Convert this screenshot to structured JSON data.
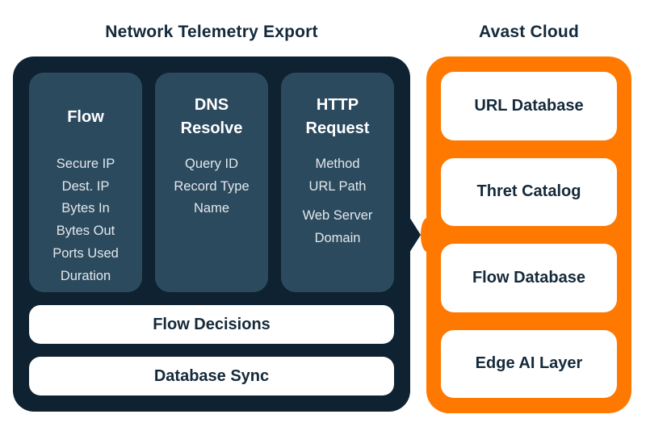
{
  "titles": {
    "left": "Network Telemetry Export",
    "right": "Avast Cloud"
  },
  "colors": {
    "panel_navy": "#0E2231",
    "column_slate": "#2C4A5E",
    "cloud_orange": "#FF7800",
    "text_navy": "#14293A",
    "item_text": "#E2E8EC",
    "background": "#FFFFFF"
  },
  "telemetry_panel": {
    "columns": [
      {
        "header": "Flow",
        "items": [
          "Secure IP",
          "Dest. IP",
          "Bytes In",
          "Bytes Out",
          "Ports Used",
          "Duration"
        ]
      },
      {
        "header": "DNS Resolve",
        "items": [
          "Query ID",
          "Record Type",
          "Name"
        ]
      },
      {
        "header": "HTTP Request",
        "items": [
          "Method",
          "URL Path",
          "Web Server Domain"
        ]
      }
    ],
    "bars": [
      "Flow Decisions",
      "Database Sync"
    ]
  },
  "cloud_panel": {
    "boxes": [
      "URL Database",
      "Thret Catalog",
      "Flow Database",
      "Edge AI Layer"
    ]
  }
}
